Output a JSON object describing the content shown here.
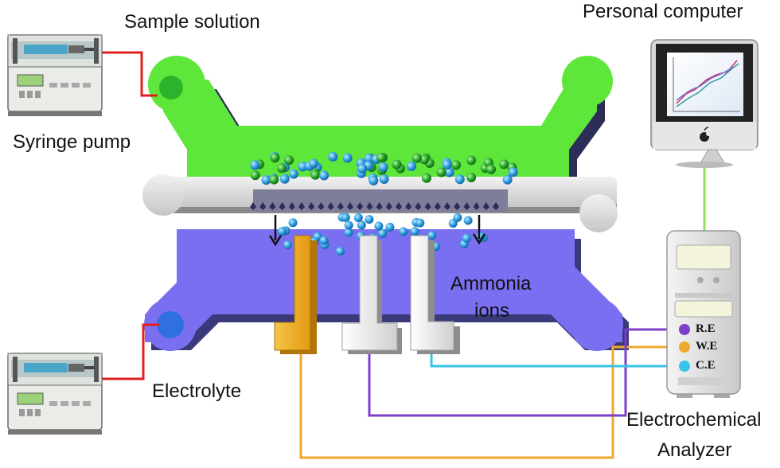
{
  "labels": {
    "sample_solution": "Sample solution",
    "syringe_pump": "Syringe pump",
    "electrolyte": "Electrolyte",
    "personal_computer": "Personal computer",
    "ammonia_line1": "Ammonia",
    "ammonia_line2": "ions",
    "analyzer_line1": "Electrochemical",
    "analyzer_line2": "Analyzer"
  },
  "electrodes": {
    "re": "R.E",
    "we": "W.E",
    "ce": "C.E"
  },
  "colors": {
    "sample_channel": "#5fe63a",
    "electrolyte_channel": "#7a6ff0",
    "membrane": "#d9d9d9",
    "ammonia_ion": "#3aa8e8",
    "sample_particle": "#2bb32b",
    "ref_electrode": "#f4b21b",
    "work_electrode": "#eeeeee",
    "wire_red": "#e02020",
    "wire_purple": "#7b3fc9",
    "wire_orange": "#f0a830",
    "wire_cyan": "#39c3e8",
    "wire_green": "#8ee05a"
  },
  "icons": [
    "syringe-pump-icon",
    "computer-icon",
    "analyzer-icon",
    "apple-logo-icon"
  ]
}
